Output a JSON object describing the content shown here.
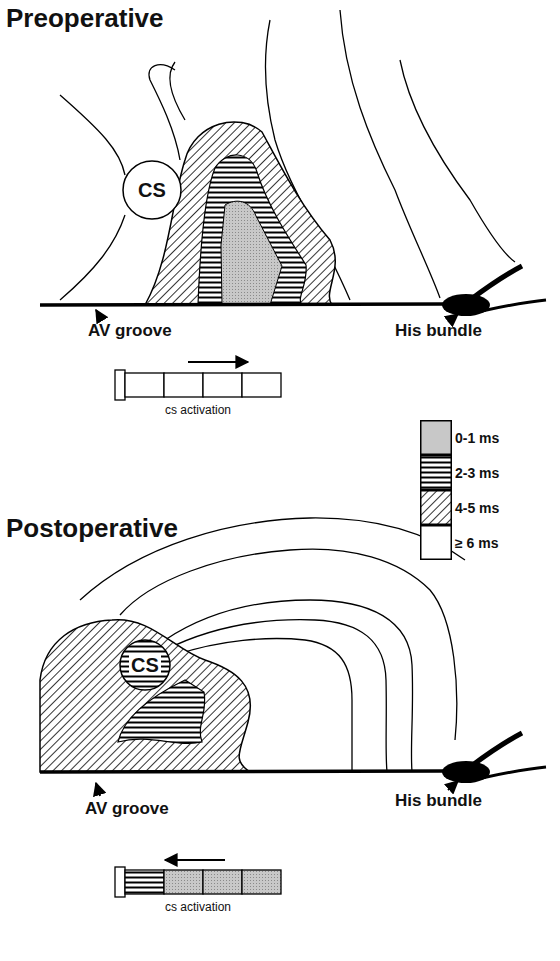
{
  "diagram": {
    "nodes": [
      {
        "text": [
          "CS"
        ]
      },
      {
        "text": [
          "CS"
        ]
      }
    ],
    "labels": [
      "Preoperative",
      "AV groove",
      "His bundle",
      "cs activation",
      "Postoperative",
      "AV groove",
      "His bundle",
      "cs activation"
    ],
    "legend": [
      {
        "text": "0-1 ms",
        "color": "#c8c8c8"
      },
      {
        "text": "2-3 ms"
      },
      {
        "text": "4-5 ms"
      },
      {
        "text": "≥ 6 ms",
        "color": "#ffffff"
      }
    ]
  }
}
